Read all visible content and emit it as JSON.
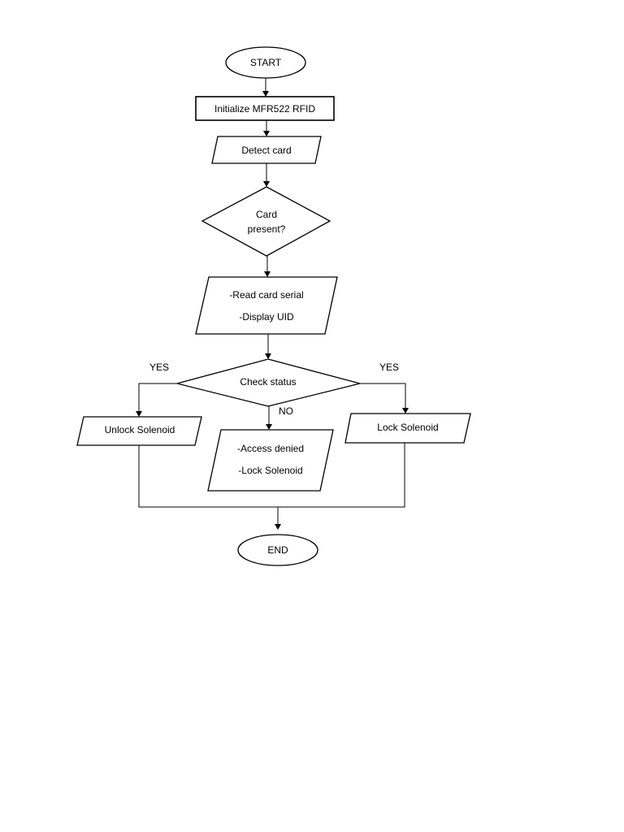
{
  "diagram": {
    "type": "flowchart",
    "nodes": {
      "start": {
        "shape": "terminator",
        "lines": [
          "START"
        ]
      },
      "init": {
        "shape": "process",
        "lines": [
          "Initialize MFR522 RFID"
        ]
      },
      "detect": {
        "shape": "io",
        "lines": [
          "Detect card"
        ]
      },
      "present": {
        "shape": "decision",
        "lines": [
          "Card",
          "present?"
        ]
      },
      "read": {
        "shape": "io",
        "lines": [
          "-Read card serial",
          "-Display UID"
        ]
      },
      "check": {
        "shape": "decision",
        "lines": [
          "Check status"
        ]
      },
      "unlock": {
        "shape": "io",
        "lines": [
          "Unlock Solenoid"
        ]
      },
      "denied": {
        "shape": "io",
        "lines": [
          "-Access denied",
          "-Lock  Solenoid"
        ]
      },
      "lock": {
        "shape": "io",
        "lines": [
          "Lock Solenoid"
        ]
      },
      "end": {
        "shape": "terminator",
        "lines": [
          "END"
        ]
      }
    },
    "edges": [
      {
        "from": "start",
        "to": "init",
        "label": ""
      },
      {
        "from": "init",
        "to": "detect",
        "label": ""
      },
      {
        "from": "detect",
        "to": "present",
        "label": ""
      },
      {
        "from": "present",
        "to": "read",
        "label": ""
      },
      {
        "from": "read",
        "to": "check",
        "label": ""
      },
      {
        "from": "check",
        "to": "unlock",
        "label": "YES"
      },
      {
        "from": "check",
        "to": "denied",
        "label": "NO"
      },
      {
        "from": "check",
        "to": "lock",
        "label": "YES"
      },
      {
        "from": "unlock",
        "to": "end",
        "label": ""
      },
      {
        "from": "lock",
        "to": "end",
        "label": ""
      }
    ]
  }
}
